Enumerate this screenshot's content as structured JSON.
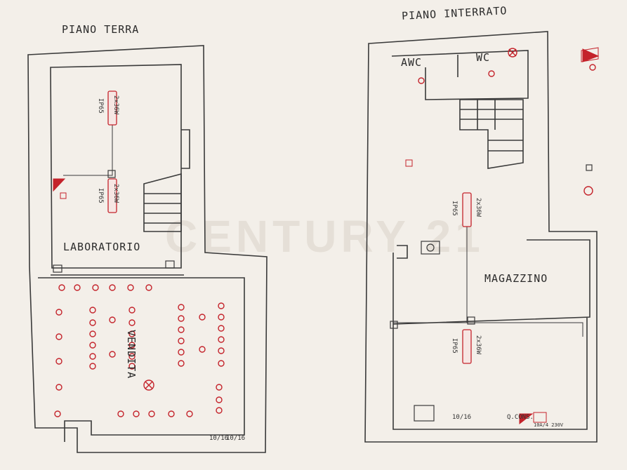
{
  "watermark": "CENTURY 21",
  "left_plan": {
    "title": "PIANO TERRA",
    "room_lab": "LABORATORIO",
    "room_sale": "VENDITA",
    "fixture_rating": "2x36W",
    "fixture_ip": "IP65",
    "socket_labels": [
      "10/16",
      "10/16"
    ]
  },
  "right_plan": {
    "title": "PIANO INTERRATO",
    "room_awc": "AWC",
    "room_wc": "WC",
    "room_store": "MAGAZZINO",
    "fixture_rating": "2x36W",
    "fixture_ip": "IP65",
    "socket_label": "10/16",
    "panel_label": "Q.CONS.",
    "rating_label": "10A/4 230V"
  },
  "colors": {
    "line": "#3a3a3a",
    "symbol": "#c4232b",
    "paper": "#f3efe9"
  }
}
